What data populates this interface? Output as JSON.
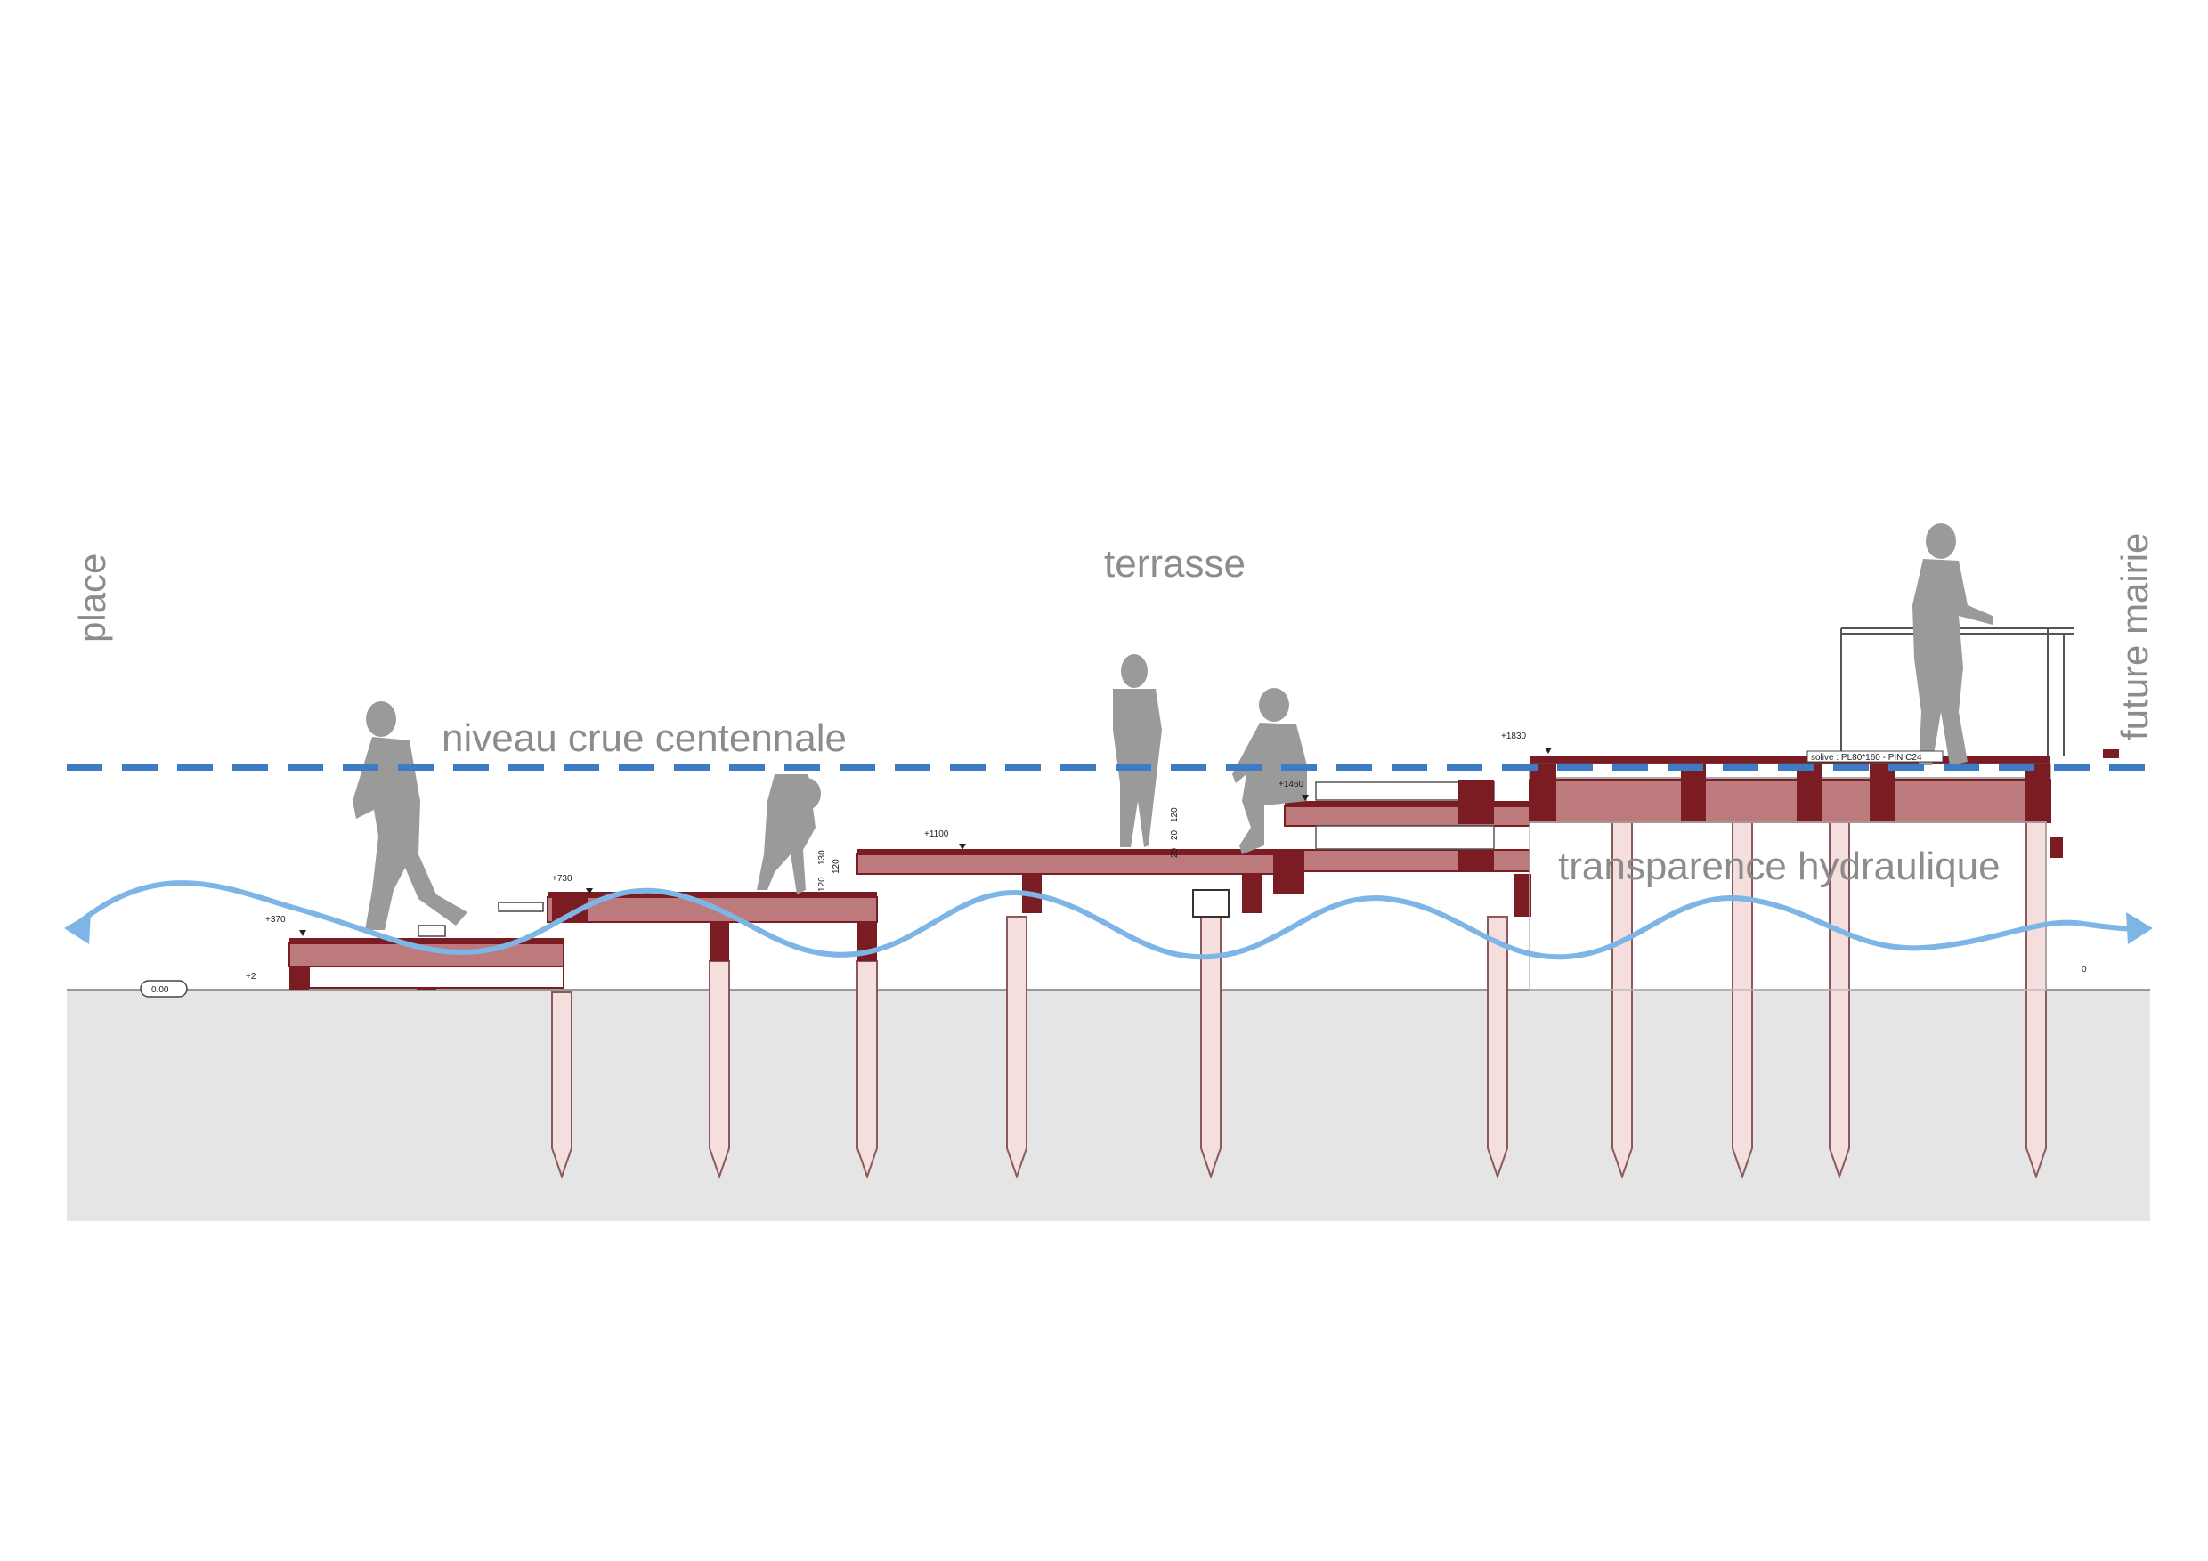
{
  "labels": {
    "left_side": "place",
    "right_side": "future mairie",
    "top": "terrasse",
    "flood_level": "niveau crue centennale",
    "hydraulic": "transparence hydraulique"
  },
  "elevations": {
    "ground": "0.00",
    "e2": "+2",
    "e370": "+370",
    "e730": "+730",
    "e1100": "+1100",
    "e1460": "+1460",
    "e1830": "+1830",
    "right_ground": "0"
  },
  "dimensions": {
    "d120a": "120",
    "d120b": "120",
    "d130": "130",
    "d120c": "120",
    "d20a": "20",
    "d20b": "20"
  },
  "annotation": {
    "joist": "solive : PL80*160 - PIN C24"
  },
  "colors": {
    "timber_fill": "#bd7a7c",
    "timber_dark": "#7a1c22",
    "pile_fill": "#f4dede",
    "ground": "#e5e5e5",
    "flood_line": "#3d7cc4",
    "wave": "#7cb5e6",
    "figure": "#9a9a9a",
    "label": "#8c8c8c"
  }
}
